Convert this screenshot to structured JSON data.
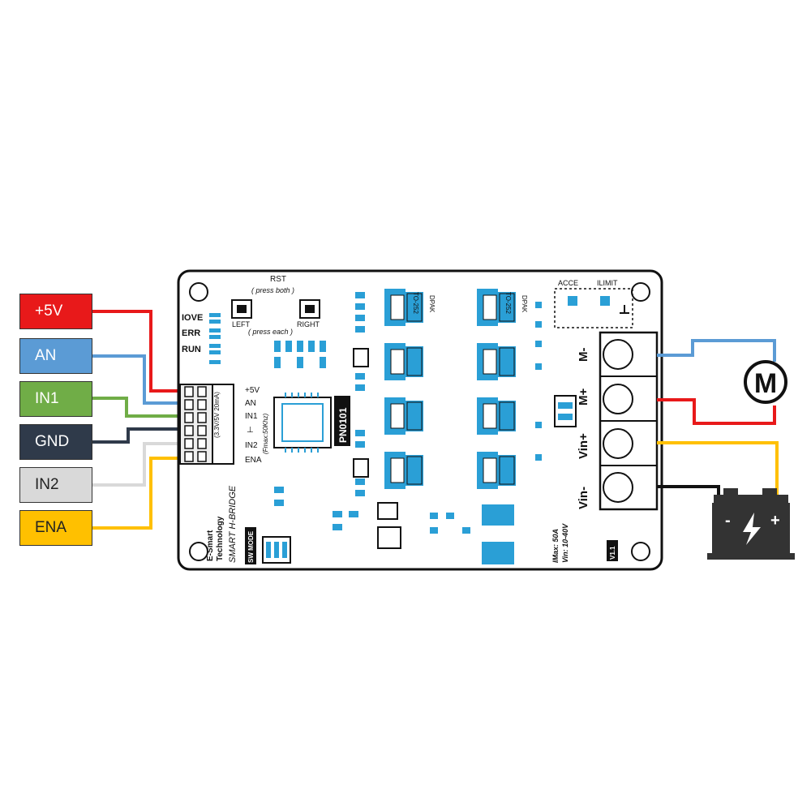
{
  "pins": [
    {
      "label": "+5V",
      "color": "#e8191a",
      "text": "#ffffff"
    },
    {
      "label": "AN",
      "color": "#5b9bd5",
      "text": "#ffffff"
    },
    {
      "label": "IN1",
      "color": "#70ad47",
      "text": "#ffffff"
    },
    {
      "label": "GND",
      "color": "#2f3a4a",
      "text": "#ffffff"
    },
    {
      "label": "IN2",
      "color": "#d9d9d9",
      "text": "#222222"
    },
    {
      "label": "ENA",
      "color": "#ffc000",
      "text": "#222222"
    }
  ],
  "board": {
    "status_leds": [
      "IOVE",
      "ERR",
      "RUN"
    ],
    "header_pins": [
      "+5V",
      "AN",
      "IN1",
      "⊥",
      "IN2",
      "ENA"
    ],
    "rst_label": "RST",
    "press_both": "( press   both )",
    "press_each": "( press each )",
    "left_button": "LEFT",
    "right_button": "RIGHT",
    "chip_label": "PN0101",
    "mosfet_top": "DPAK",
    "mosfet_bottom": "TO-252",
    "acce_label": "ACCE",
    "ilimit_label": "ILIMIT",
    "terminals": [
      "M-",
      "M+",
      "Vin+",
      "Vin-"
    ],
    "brand_line1": "E-Smart",
    "brand_line2": "Technology",
    "brand_title": "SMART H-BRIDGE",
    "sw_mode": "SW MODE",
    "spec_imax": "IMax: 50A",
    "spec_vin": "Vin: 10-40V",
    "version": "V1.1",
    "fmax": "(Fmax:50Khz)",
    "vref": "(3.3V/5V 20mA)"
  },
  "motor": {
    "label": "M"
  },
  "battery": {
    "minus": "-",
    "plus": "+"
  },
  "wires": {
    "motor_top": "#5b9bd5",
    "motor_bottom": "#e8191a",
    "battery_plus": "#ffc000",
    "battery_minus": "#111111"
  }
}
